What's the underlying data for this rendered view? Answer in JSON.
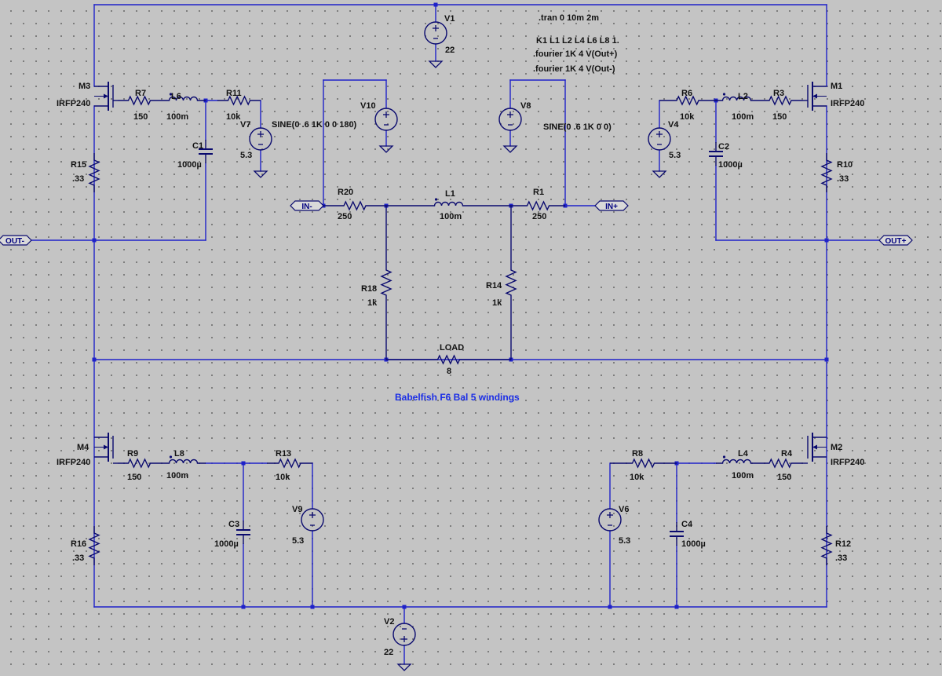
{
  "colors": {
    "wire": "#1f22c9",
    "part": "#0a0a6e",
    "text": "#111111",
    "note": "#1b2ee6",
    "background": "#c4c4c4"
  },
  "directives": [
    ".tran 0 10m 2m",
    "K1 L1 L2 L4 L6 L8 1.",
    ".fourier 1K 4 V(Out+)",
    ".fourier 1K 4 V(Out-)"
  ],
  "note": "Babelfish F6 Bal 5 windings",
  "ports": {
    "out_minus": "OUT-",
    "out_plus": "OUT+",
    "in_minus": "IN-",
    "in_plus": "IN+"
  },
  "components": {
    "V1": {
      "name": "V1",
      "value": "22"
    },
    "V2": {
      "name": "V2",
      "value": "22"
    },
    "V4": {
      "name": "V4",
      "value": "5.3"
    },
    "V6": {
      "name": "V6",
      "value": "5.3"
    },
    "V7": {
      "name": "V7",
      "value": "5.3"
    },
    "V9": {
      "name": "V9",
      "value": "5.3"
    },
    "V8": {
      "name": "V8",
      "value": "SINE(0 .6 1K 0 0)"
    },
    "V10": {
      "name": "V10",
      "value": "SINE(0 .6 1K 0 0 180)"
    },
    "M1": {
      "name": "M1",
      "value": "IRFP240"
    },
    "M2": {
      "name": "M2",
      "value": "IRFP240"
    },
    "M3": {
      "name": "M3",
      "value": "IRFP240"
    },
    "M4": {
      "name": "M4",
      "value": "IRFP240"
    },
    "R1": {
      "name": "R1",
      "value": "250"
    },
    "R20": {
      "name": "R20",
      "value": "250"
    },
    "R3": {
      "name": "R3",
      "value": "150"
    },
    "R4": {
      "name": "R4",
      "value": "150"
    },
    "R7": {
      "name": "R7",
      "value": "150"
    },
    "R9": {
      "name": "R9",
      "value": "150"
    },
    "R6": {
      "name": "R6",
      "value": "10k"
    },
    "R8": {
      "name": "R8",
      "value": "10k"
    },
    "R11": {
      "name": "R11",
      "value": "10k"
    },
    "R13": {
      "name": "R13",
      "value": "10k"
    },
    "R10": {
      "name": "R10",
      "value": ".33"
    },
    "R12": {
      "name": "R12",
      "value": ".33"
    },
    "R15": {
      "name": "R15",
      "value": ".33"
    },
    "R16": {
      "name": "R16",
      "value": ".33"
    },
    "R14": {
      "name": "R14",
      "value": "1k"
    },
    "R18": {
      "name": "R18",
      "value": "1k"
    },
    "LOAD": {
      "name": "LOAD",
      "value": "8"
    },
    "L1": {
      "name": "L1",
      "value": "100m"
    },
    "L2": {
      "name": "L2",
      "value": "100m"
    },
    "L4": {
      "name": "L4",
      "value": "100m"
    },
    "L6": {
      "name": "L6",
      "value": "100m"
    },
    "L8": {
      "name": "L8",
      "value": "100m"
    },
    "C1": {
      "name": "C1",
      "value": "1000µ"
    },
    "C2": {
      "name": "C2",
      "value": "1000µ"
    },
    "C3": {
      "name": "C3",
      "value": "1000µ"
    },
    "C4": {
      "name": "C4",
      "value": "1000µ"
    }
  }
}
